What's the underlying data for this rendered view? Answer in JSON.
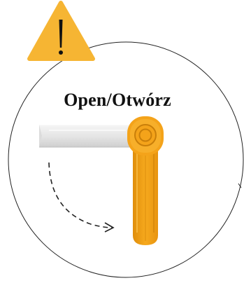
{
  "label": {
    "title": "Open/Otwórz"
  },
  "icons": {
    "warning": "warning-triangle-icon",
    "handle_closed": "handle-closed-position",
    "handle_open": "handle-open-position",
    "rotation_arrow": "dashed-curved-arrow"
  },
  "colors": {
    "warning_fill": "#f6b533",
    "handle_orange": "#f4a31a",
    "handle_orange_dark": "#c97f0a",
    "handle_closed_light": "#eeeeee",
    "handle_closed_shade": "#d4d4d4",
    "outline": "#222222"
  }
}
